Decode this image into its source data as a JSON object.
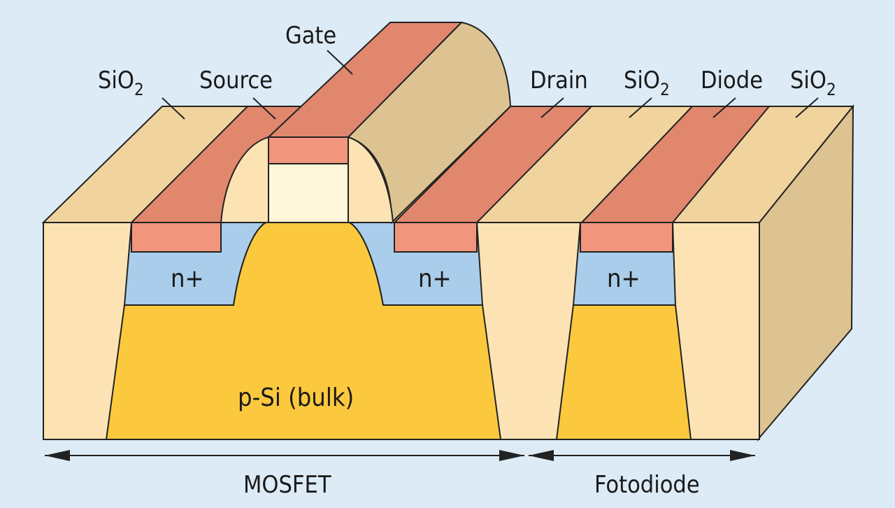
{
  "labels": {
    "sio2_left": {
      "base": "SiO",
      "sub": "2"
    },
    "source": "Source",
    "gate": "Gate",
    "drain": "Drain",
    "sio2_mid": {
      "base": "SiO",
      "sub": "2"
    },
    "diode": "Diode",
    "sio2_right": {
      "base": "SiO",
      "sub": "2"
    }
  },
  "regions": {
    "n_plus_source": "n+",
    "n_plus_drain": "n+",
    "n_plus_diode": "n+",
    "bulk": "p-Si (bulk)"
  },
  "dimensions": {
    "mosfet": "MOSFET",
    "photodiode": "Fotodiode"
  },
  "colors": {
    "background": "#dcebf5",
    "oxide_front": "#fde3b4",
    "oxide_top": "#f1d39d",
    "oxide_side": "#ddc391",
    "contact_top": "#e0876d",
    "contact_front": "#f1957d",
    "n_plus": "#a9cdea",
    "p_bulk": "#fcc93e",
    "gate_oxide": "#fff7d9"
  }
}
